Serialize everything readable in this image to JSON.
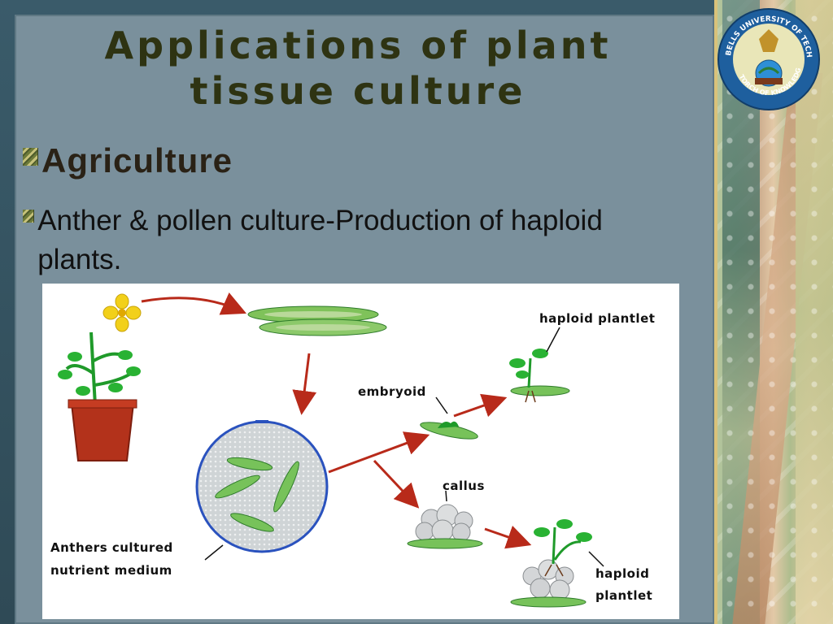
{
  "slide": {
    "title": "Applications of plant tissue culture",
    "bullets": [
      "Agriculture",
      "Anther & pollen culture-Production of haploid plants."
    ]
  },
  "diagram": {
    "labels": {
      "haploid_plantlet_top": "haploid plantlet",
      "embryoid": "embryoid",
      "callus": "callus",
      "anthers_line1": "Anthers cultured",
      "anthers_line2": "nutrient medium",
      "haploid_bottom_line1": "haploid",
      "haploid_bottom_line2": "plantlet"
    }
  },
  "logo": {
    "ring_top": "BELLS UNIVERSITY OF TECHNOLOGY",
    "ring_bottom": "TORCH OF KNOWLEDGE"
  },
  "colors": {
    "slide_bg": "#7a909c",
    "title": "#2e3312",
    "arrow": "#b82a1a",
    "plant_green": "#1f9a2a",
    "pot": "#b3321b",
    "flower": "#f2d01a"
  }
}
